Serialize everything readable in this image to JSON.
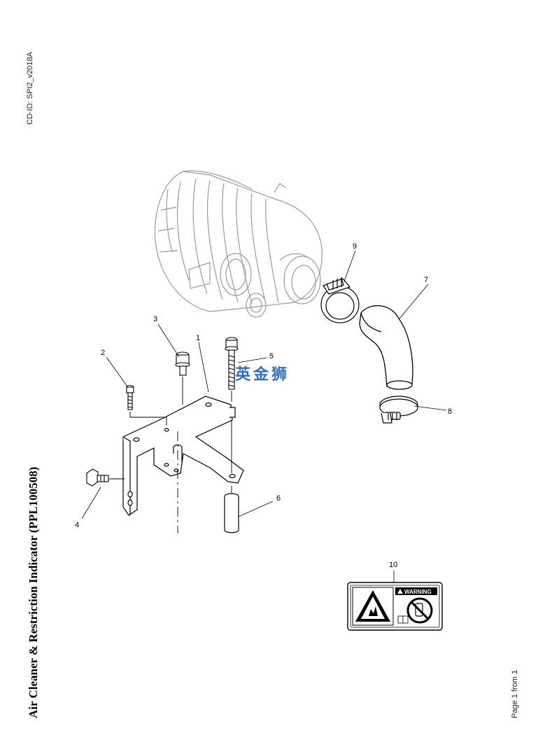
{
  "header": {
    "cd_id": "CD-ID: SPI2_v2018A"
  },
  "title": "Air Cleaner & Restriction Indicator (PPL100508)",
  "footer": {
    "page": "Page 1 from 1"
  },
  "watermark": "英金狮",
  "callouts": [
    {
      "id": "callout-1",
      "label": "1"
    },
    {
      "id": "callout-2",
      "label": "2"
    },
    {
      "id": "callout-3",
      "label": "3"
    },
    {
      "id": "callout-4",
      "label": "4"
    },
    {
      "id": "callout-5",
      "label": "5"
    },
    {
      "id": "callout-6",
      "label": "6"
    },
    {
      "id": "callout-7",
      "label": "7"
    },
    {
      "id": "callout-8",
      "label": "8"
    },
    {
      "id": "callout-9",
      "label": "9"
    },
    {
      "id": "callout-10",
      "label": "10"
    }
  ],
  "warning_label": {
    "signal_word": "WARNING"
  },
  "colors": {
    "line": "#000000",
    "ghost": "#9a9a9a",
    "watermark": "#2f6fc4"
  }
}
